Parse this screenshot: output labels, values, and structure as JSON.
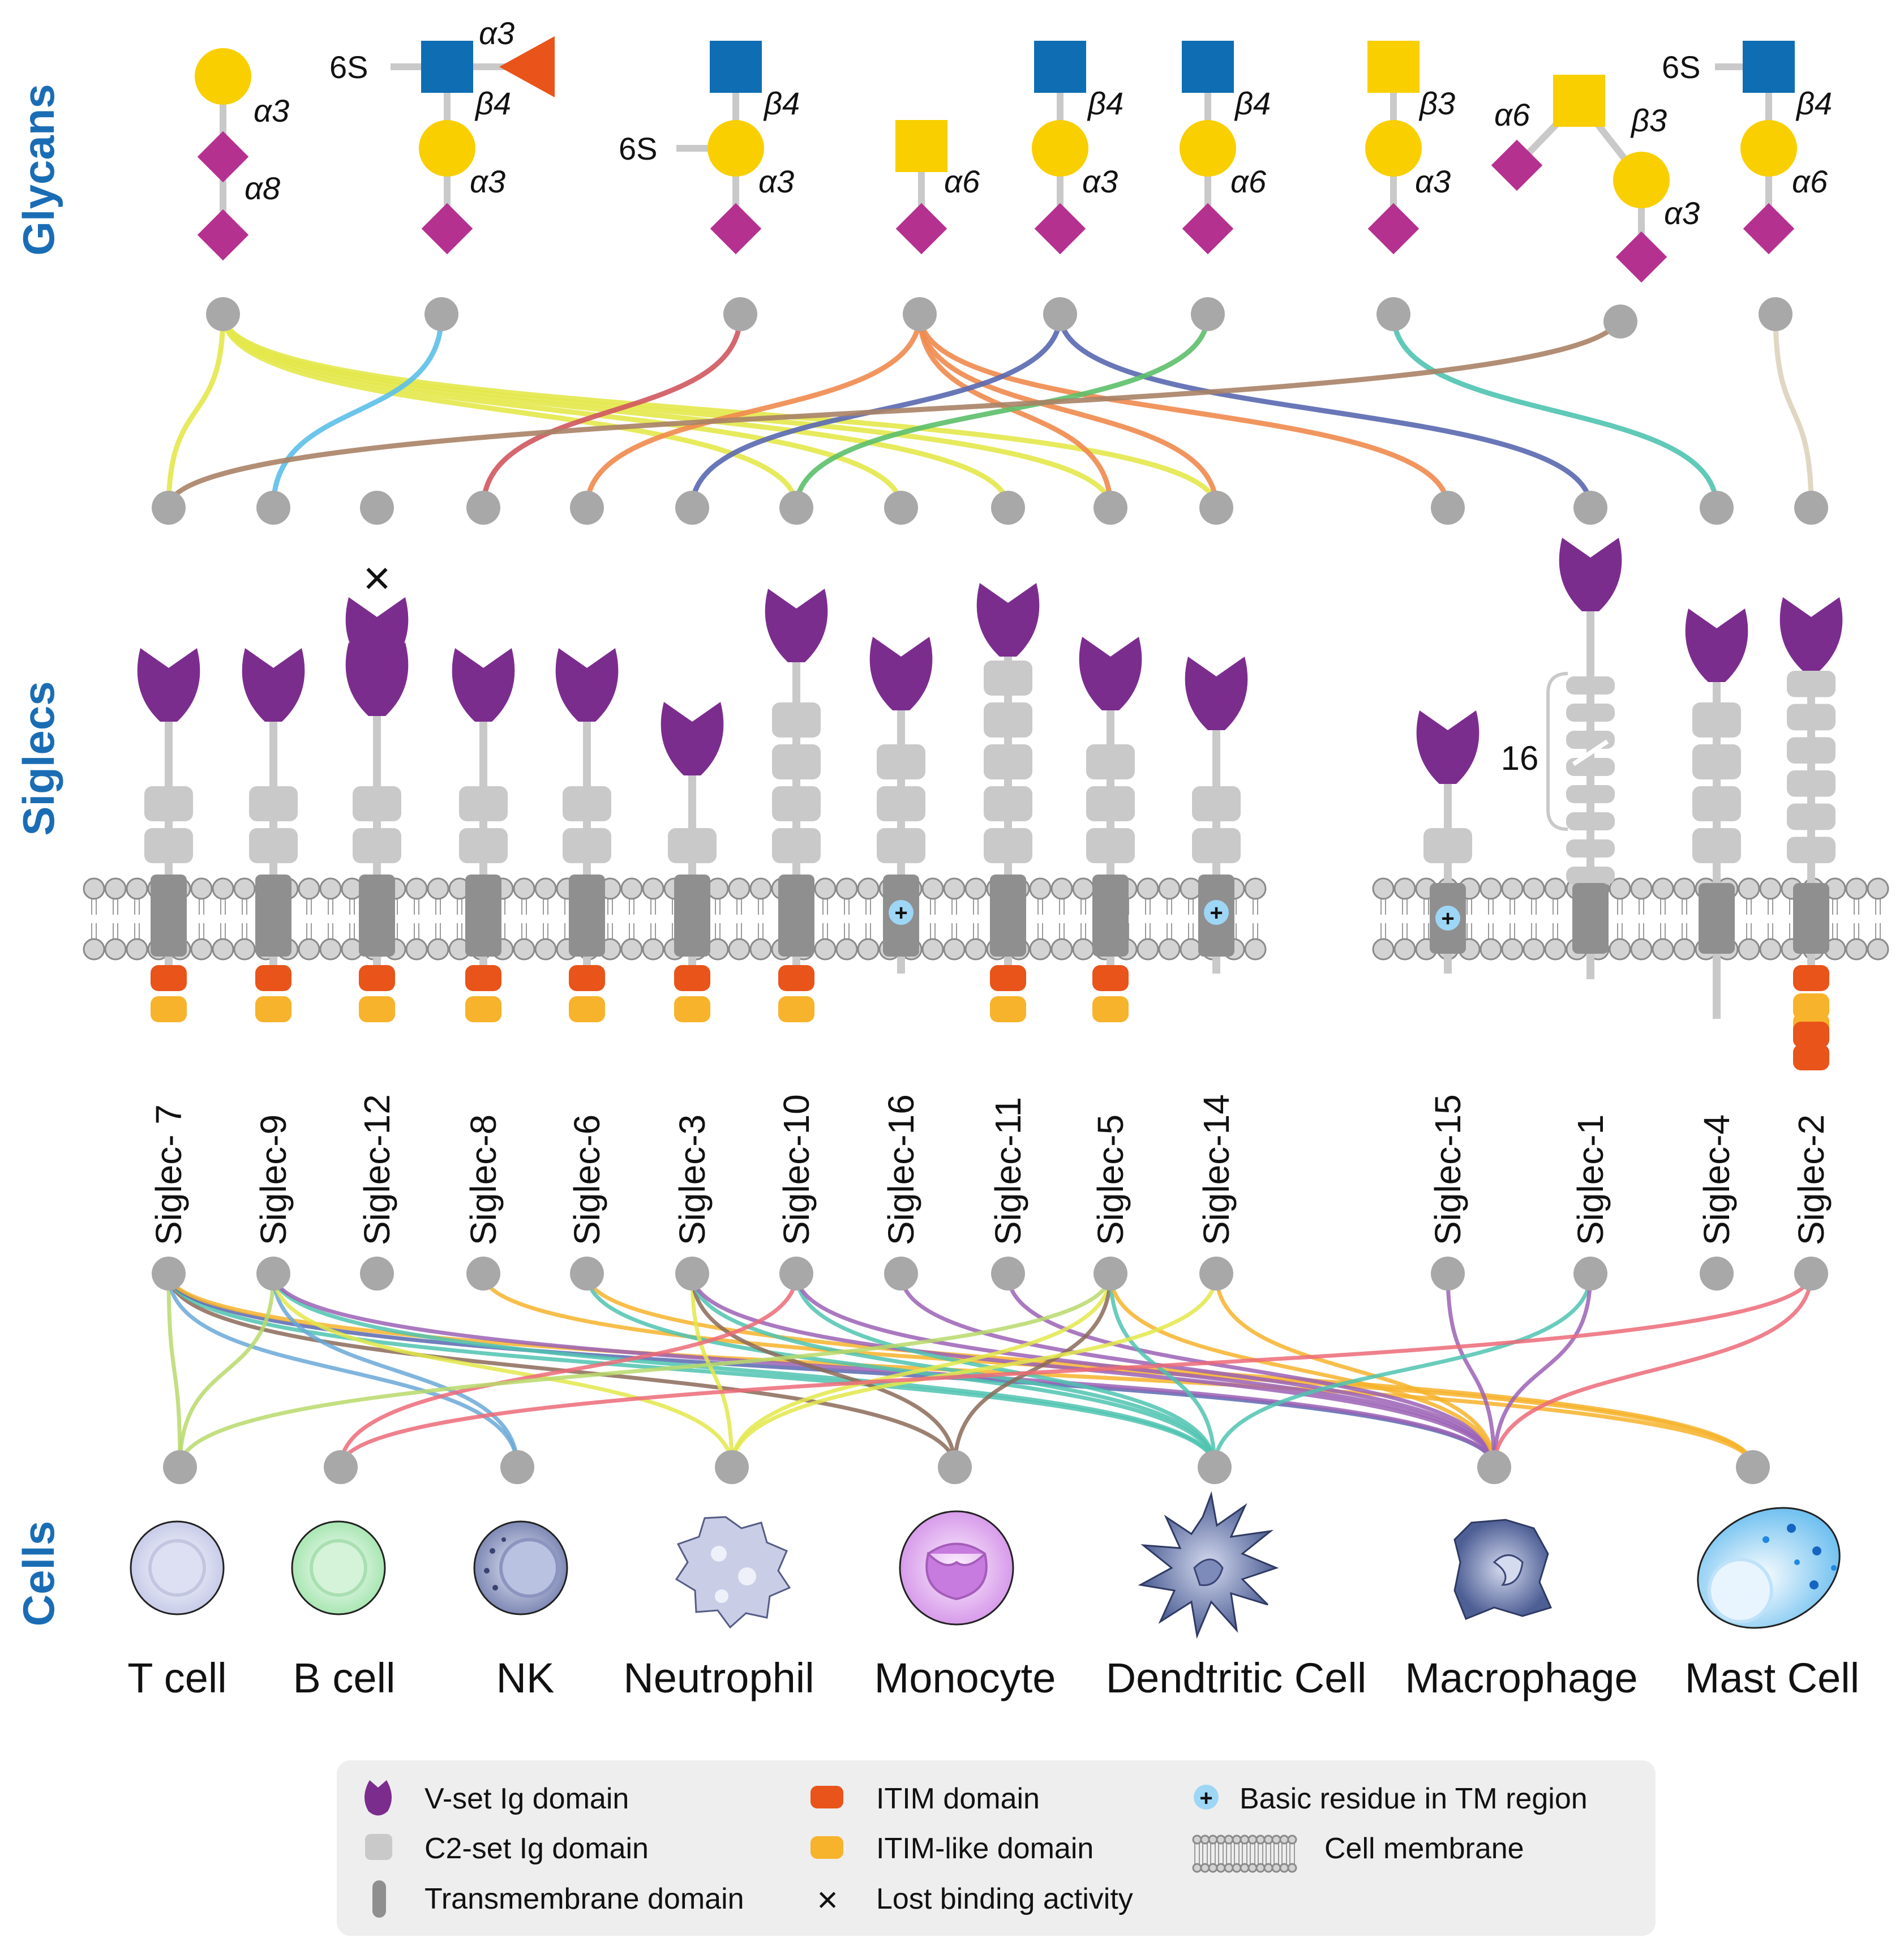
{
  "sections": {
    "glycans": "Glycans",
    "siglecs": "Siglecs",
    "cells": "Cells"
  },
  "colors": {
    "title_blue": "#1a6db5",
    "sialic_acid": "#b5318f",
    "galactose": "#f9cf00",
    "galnac": "#f9cf00",
    "glcnac": "#0f6db3",
    "fucose": "#e8541a",
    "v_set": "#7b2d8e",
    "c2_set": "#c9c9c9",
    "transmembrane": "#8f8f8f",
    "itim": "#e8541a",
    "itim_like": "#f7b32b",
    "basic_residue": "#9ed6f5",
    "node": "#a8a8a8"
  },
  "glycans": [
    {
      "links": [
        "α3",
        "α8"
      ]
    },
    {
      "links": [
        "α3",
        "β4",
        "α3"
      ],
      "sulfo": "6S"
    },
    {
      "links": [
        "β4",
        "α3"
      ],
      "sulfo": "6S"
    },
    {
      "links": [
        "α6"
      ]
    },
    {
      "links": [
        "β4",
        "α3"
      ]
    },
    {
      "links": [
        "β4",
        "α6"
      ]
    },
    {
      "links": [
        "β3",
        "α3"
      ]
    },
    {
      "links": [
        "α6",
        "β3",
        "α3"
      ]
    },
    {
      "links": [
        "β4",
        "α6"
      ],
      "sulfo": "6S"
    }
  ],
  "siglecs": [
    {
      "name": "Siglec- 7"
    },
    {
      "name": "Siglec-9"
    },
    {
      "name": "Siglec-12",
      "lost_binding": "×"
    },
    {
      "name": "Siglec-8"
    },
    {
      "name": "Siglec-6"
    },
    {
      "name": "Siglec-3"
    },
    {
      "name": "Siglec-10"
    },
    {
      "name": "Siglec-16"
    },
    {
      "name": "Siglec-11"
    },
    {
      "name": "Siglec-5"
    },
    {
      "name": "Siglec-14"
    },
    {
      "name": "Siglec-15"
    },
    {
      "name": "Siglec-1",
      "repeat_count": "16"
    },
    {
      "name": "Siglec-4"
    },
    {
      "name": "Siglec-2"
    }
  ],
  "cells": [
    {
      "name": "T cell",
      "icon": "t-cell-icon"
    },
    {
      "name": "B cell",
      "icon": "b-cell-icon"
    },
    {
      "name": "NK",
      "icon": "nk-cell-icon"
    },
    {
      "name": "Neutrophil",
      "icon": "neutrophil-icon"
    },
    {
      "name": "Monocyte",
      "icon": "monocyte-icon"
    },
    {
      "name": "Dendtritic Cell",
      "icon": "dendritic-cell-icon"
    },
    {
      "name": "Macrophage",
      "icon": "macrophage-icon"
    },
    {
      "name": "Mast Cell",
      "icon": "mast-cell-icon"
    }
  ],
  "glycan_siglec_links": [
    {
      "glycan": 0,
      "siglec": 0,
      "color": "#e3e84a"
    },
    {
      "glycan": 0,
      "siglec": 6,
      "color": "#e3e84a"
    },
    {
      "glycan": 0,
      "siglec": 7,
      "color": "#e3e84a"
    },
    {
      "glycan": 0,
      "siglec": 8,
      "color": "#e3e84a"
    },
    {
      "glycan": 0,
      "siglec": 9,
      "color": "#e3e84a"
    },
    {
      "glycan": 0,
      "siglec": 10,
      "color": "#e3e84a"
    },
    {
      "glycan": 1,
      "siglec": 1,
      "color": "#5cbfe8"
    },
    {
      "glycan": 2,
      "siglec": 3,
      "color": "#d0575e"
    },
    {
      "glycan": 3,
      "siglec": 4,
      "color": "#ef8a4e"
    },
    {
      "glycan": 3,
      "siglec": 9,
      "color": "#ef8a4e"
    },
    {
      "glycan": 3,
      "siglec": 10,
      "color": "#ef8a4e"
    },
    {
      "glycan": 3,
      "siglec": 11,
      "color": "#ef8a4e"
    },
    {
      "glycan": 4,
      "siglec": 5,
      "color": "#5968b0"
    },
    {
      "glycan": 4,
      "siglec": 12,
      "color": "#5968b0"
    },
    {
      "glycan": 5,
      "siglec": 6,
      "color": "#5cbf6a"
    },
    {
      "glycan": 6,
      "siglec": 13,
      "color": "#4fc3b0"
    },
    {
      "glycan": 7,
      "siglec": 0,
      "color": "#a98266"
    },
    {
      "glycan": 8,
      "siglec": 14,
      "color": "#ddd3bd"
    }
  ],
  "siglec_cell_links": [
    {
      "siglec": 0,
      "cell": 0,
      "color": "#b9d96b"
    },
    {
      "siglec": 0,
      "cell": 2,
      "color": "#6aa8d8"
    },
    {
      "siglec": 0,
      "cell": 4,
      "color": "#8b6a58"
    },
    {
      "siglec": 0,
      "cell": 5,
      "color": "#4fc3b0"
    },
    {
      "siglec": 0,
      "cell": 6,
      "color": "#5968b0"
    },
    {
      "siglec": 0,
      "cell": 7,
      "color": "#f7b32b"
    },
    {
      "siglec": 1,
      "cell": 0,
      "color": "#b9d96b"
    },
    {
      "siglec": 1,
      "cell": 2,
      "color": "#6aa8d8"
    },
    {
      "siglec": 1,
      "cell": 3,
      "color": "#e3e84a"
    },
    {
      "siglec": 1,
      "cell": 5,
      "color": "#4fc3b0"
    },
    {
      "siglec": 1,
      "cell": 6,
      "color": "#9b62b5"
    },
    {
      "siglec": 3,
      "cell": 7,
      "color": "#f7b32b"
    },
    {
      "siglec": 4,
      "cell": 7,
      "color": "#f7b32b"
    },
    {
      "siglec": 4,
      "cell": 5,
      "color": "#4fc3b0"
    },
    {
      "siglec": 5,
      "cell": 3,
      "color": "#e3e84a"
    },
    {
      "siglec": 5,
      "cell": 4,
      "color": "#8b6a58"
    },
    {
      "siglec": 5,
      "cell": 5,
      "color": "#4fc3b0"
    },
    {
      "siglec": 5,
      "cell": 6,
      "color": "#9b62b5"
    },
    {
      "siglec": 6,
      "cell": 1,
      "color": "#ec6a78"
    },
    {
      "siglec": 6,
      "cell": 5,
      "color": "#4fc3b0"
    },
    {
      "siglec": 6,
      "cell": 6,
      "color": "#9b62b5"
    },
    {
      "siglec": 7,
      "cell": 6,
      "color": "#9b62b5"
    },
    {
      "siglec": 8,
      "cell": 6,
      "color": "#9b62b5"
    },
    {
      "siglec": 9,
      "cell": 0,
      "color": "#b9d96b"
    },
    {
      "siglec": 9,
      "cell": 3,
      "color": "#e3e84a"
    },
    {
      "siglec": 9,
      "cell": 4,
      "color": "#8b6a58"
    },
    {
      "siglec": 9,
      "cell": 5,
      "color": "#4fc3b0"
    },
    {
      "siglec": 9,
      "cell": 6,
      "color": "#f7b32b"
    },
    {
      "siglec": 10,
      "cell": 3,
      "color": "#e3e84a"
    },
    {
      "siglec": 10,
      "cell": 6,
      "color": "#f7b32b"
    },
    {
      "siglec": 11,
      "cell": 6,
      "color": "#9b62b5"
    },
    {
      "siglec": 12,
      "cell": 5,
      "color": "#4fc3b0"
    },
    {
      "siglec": 12,
      "cell": 6,
      "color": "#9b62b5"
    },
    {
      "siglec": 14,
      "cell": 1,
      "color": "#ec6a78"
    },
    {
      "siglec": 14,
      "cell": 6,
      "color": "#ec6a78"
    }
  ],
  "legend": [
    {
      "label": "V-set Ig domain",
      "icon": "v-set-domain-icon"
    },
    {
      "label": "C2-set Ig domain",
      "icon": "c2-set-domain-icon"
    },
    {
      "label": "Transmembrane domain",
      "icon": "transmembrane-domain-icon"
    },
    {
      "label": "ITIM domain",
      "icon": "itim-domain-icon"
    },
    {
      "label": "ITIM-like domain",
      "icon": "itim-like-domain-icon"
    },
    {
      "label": "Lost binding activity",
      "icon": "lost-binding-icon"
    },
    {
      "label": "Basic residue in TM region",
      "icon": "basic-residue-icon"
    },
    {
      "label": "Cell membrane",
      "icon": "cell-membrane-icon"
    }
  ]
}
